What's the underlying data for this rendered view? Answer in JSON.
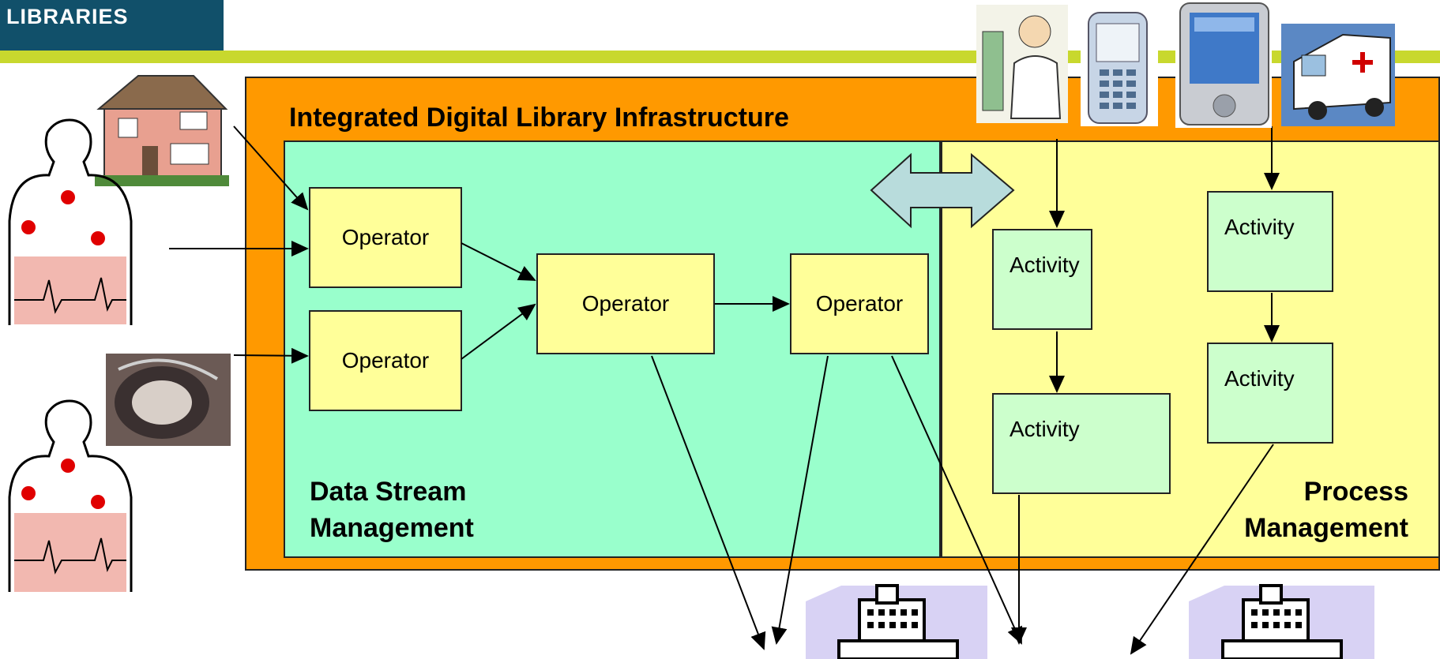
{
  "header": {
    "logo_text": "LIBRARIES"
  },
  "diagram": {
    "outer_title": "Integrated Digital Library Infrastructure",
    "data_stream": {
      "title_line1": "Data Stream",
      "title_line2": "Management"
    },
    "process": {
      "title_line1": "Process",
      "title_line2": "Management"
    },
    "operators": [
      "Operator",
      "Operator",
      "Operator",
      "Operator"
    ],
    "activities": [
      "Activity",
      "Activity",
      "Activity",
      "Activity"
    ]
  },
  "icons": [
    "house-icon",
    "body-sensor-icon",
    "camera-lens-icon",
    "doctor-icon",
    "mobile-phone-icon",
    "pda-icon",
    "ambulance-icon",
    "hospital-icon"
  ],
  "colors": {
    "header_blue": "#11506a",
    "header_bar": "#c8d82e",
    "outer": "#ff9900",
    "data_stream": "#99ffcc",
    "process": "#ffff99",
    "operator": "#ffff99",
    "activity": "#ccffcc",
    "double_arrow": "#b8dcdc"
  }
}
